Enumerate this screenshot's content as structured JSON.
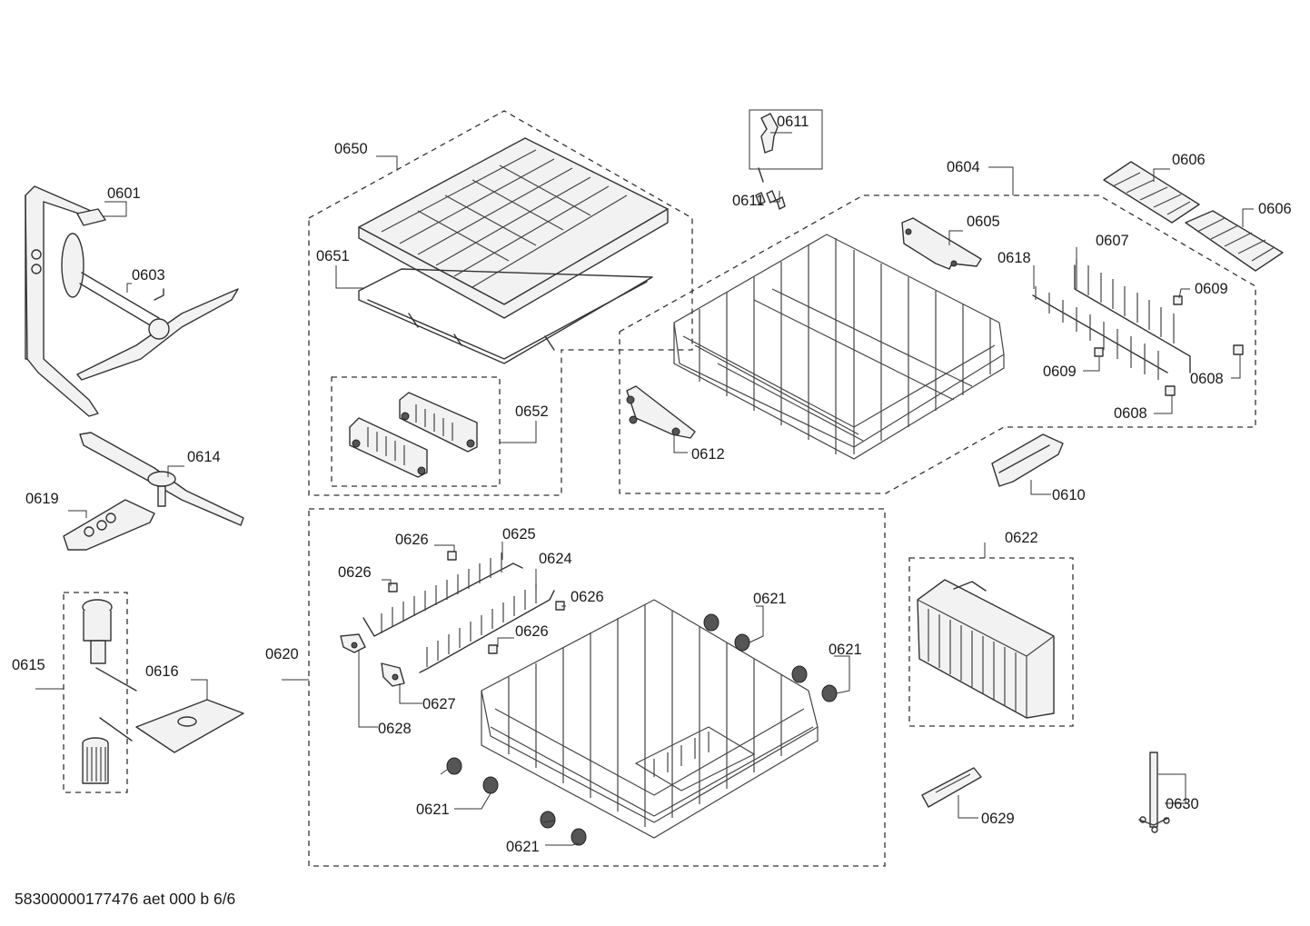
{
  "footer_code": "58300000177476 aet 000 b 6/6",
  "labels": {
    "p0601": "0601",
    "p0603": "0603",
    "p0614": "0614",
    "p0619": "0619",
    "p0615": "0615",
    "p0616": "0616",
    "p0650": "0650",
    "p0651": "0651",
    "p0652": "0652",
    "p0611a": "0611",
    "p0611b": "0611",
    "p0604": "0604",
    "p0605": "0605",
    "p0606a": "0606",
    "p0606b": "0606",
    "p0607": "0607",
    "p0618": "0618",
    "p0609a": "0609",
    "p0609b": "0609",
    "p0608a": "0608",
    "p0608b": "0608",
    "p0612": "0612",
    "p0610": "0610",
    "p0620": "0620",
    "p0626a": "0626",
    "p0626b": "0626",
    "p0626c": "0626",
    "p0626d": "0626",
    "p0625": "0625",
    "p0624": "0624",
    "p0627": "0627",
    "p0628": "0628",
    "p0621a": "0621",
    "p0621b": "0621",
    "p0621c": "0621",
    "p0621d": "0621",
    "p0622": "0622",
    "p0629": "0629",
    "p0630": "0630"
  }
}
